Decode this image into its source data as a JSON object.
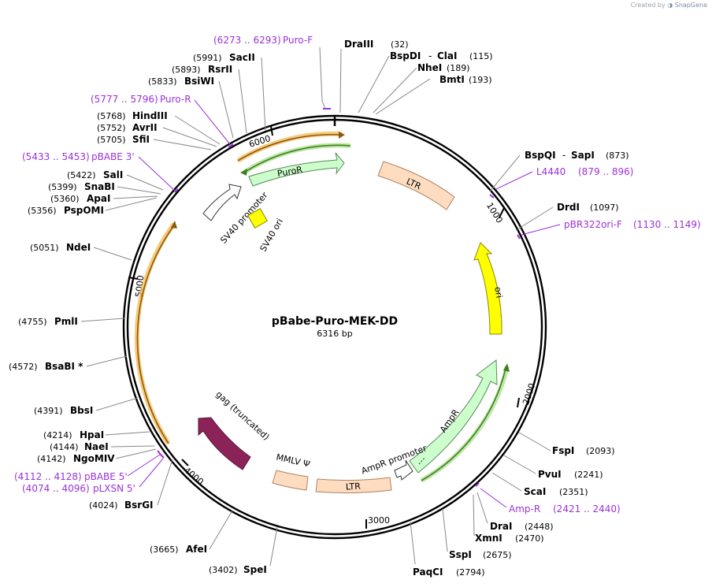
{
  "credit": {
    "prefix": "Created by",
    "brand": "SnapGene"
  },
  "plasmid": {
    "name": "pBabe-Puro-MEK-DD",
    "size_label": "6316 bp",
    "length": 6316
  },
  "ticks": [
    {
      "pos": 1000,
      "label": "1000"
    },
    {
      "pos": 2000,
      "label": "2000"
    },
    {
      "pos": 3000,
      "label": "3000"
    },
    {
      "pos": 4000,
      "label": "4000"
    },
    {
      "pos": 5000,
      "label": "5000"
    },
    {
      "pos": 6000,
      "label": "6000"
    }
  ],
  "enzymes": [
    {
      "name": "DraIII",
      "pos": "(32)"
    },
    {
      "name": "BspDI",
      "name2": "ClaI",
      "pos": "(115)"
    },
    {
      "name": "NheI",
      "pos": "(189)"
    },
    {
      "name": "BmtI",
      "pos": "(193)"
    },
    {
      "name": "BspQI",
      "name2": "SapI",
      "pos": "(873)"
    },
    {
      "name": "DrdI",
      "pos": "(1097)"
    },
    {
      "name": "FspI",
      "pos": "(2093)"
    },
    {
      "name": "PvuI",
      "pos": "(2241)"
    },
    {
      "name": "ScaI",
      "pos": "(2351)"
    },
    {
      "name": "DraI",
      "pos": "(2448)"
    },
    {
      "name": "XmnI",
      "pos": "(2470)"
    },
    {
      "name": "SspI",
      "pos": "(2675)"
    },
    {
      "name": "PaqCI",
      "pos": "(2794)"
    },
    {
      "name": "SpeI",
      "pos": "(3402)"
    },
    {
      "name": "AfeI",
      "pos": "(3665)"
    },
    {
      "name": "BsrGI",
      "pos": "(4024)"
    },
    {
      "name": "NgoMIV",
      "pos": "(4142)"
    },
    {
      "name": "NaeI",
      "pos": "(4144)"
    },
    {
      "name": "HpaI",
      "pos": "(4214)"
    },
    {
      "name": "BbsI",
      "pos": "(4391)"
    },
    {
      "name": "BsaBI *",
      "pos": "(4572)"
    },
    {
      "name": "PmlI",
      "pos": "(4755)"
    },
    {
      "name": "NdeI",
      "pos": "(5051)"
    },
    {
      "name": "PspOMI",
      "pos": "(5356)"
    },
    {
      "name": "ApaI",
      "pos": "(5360)"
    },
    {
      "name": "SnaBI",
      "pos": "(5399)"
    },
    {
      "name": "SalI",
      "pos": "(5422)"
    },
    {
      "name": "SfiI",
      "pos": "(5705)"
    },
    {
      "name": "AvrII",
      "pos": "(5752)"
    },
    {
      "name": "HindIII",
      "pos": "(5768)"
    },
    {
      "name": "BsiWI",
      "pos": "(5833)"
    },
    {
      "name": "RsrII",
      "pos": "(5893)"
    },
    {
      "name": "SacII",
      "pos": "(5991)"
    }
  ],
  "primers": [
    {
      "name": "Puro-F",
      "range": "(6273 .. 6293)"
    },
    {
      "name": "Puro-R",
      "range": "(5777 .. 5796)"
    },
    {
      "name": "pBABE 3'",
      "range": "(5433 .. 5453)"
    },
    {
      "name": "L4440",
      "range": "(879 .. 896)"
    },
    {
      "name": "pBR322ori-F",
      "range": "(1130 .. 1149)"
    },
    {
      "name": "Amp-R",
      "range": "(2421 .. 2440)"
    },
    {
      "name": "pBABE 5'",
      "range": "(4112 .. 4128)"
    },
    {
      "name": "pLXSN 5'",
      "range": "(4074 .. 4096)"
    }
  ],
  "features": [
    {
      "name": "PuroR"
    },
    {
      "name": "LTR"
    },
    {
      "name": "ori"
    },
    {
      "name": "AmpR"
    },
    {
      "name": "AmpR promoter"
    },
    {
      "name": "LTR"
    },
    {
      "name": "MMLV Ψ"
    },
    {
      "name": "gag (truncated)"
    },
    {
      "name": "SV40 promoter"
    },
    {
      "name": "SV40 ori"
    }
  ],
  "colors": {
    "backbone": "#000000",
    "primer": "#9b30d9",
    "primer_text": "#9b30d9",
    "puror": "#ccffcc",
    "ltr": "#fddcbf",
    "ori": "#ffff00",
    "ampr": "#ccffcc",
    "gag": "#8b2359",
    "sv40_ori": "#ffff00",
    "orf_orange": "#f5b84c",
    "orf_green": "#3f7f1f"
  }
}
